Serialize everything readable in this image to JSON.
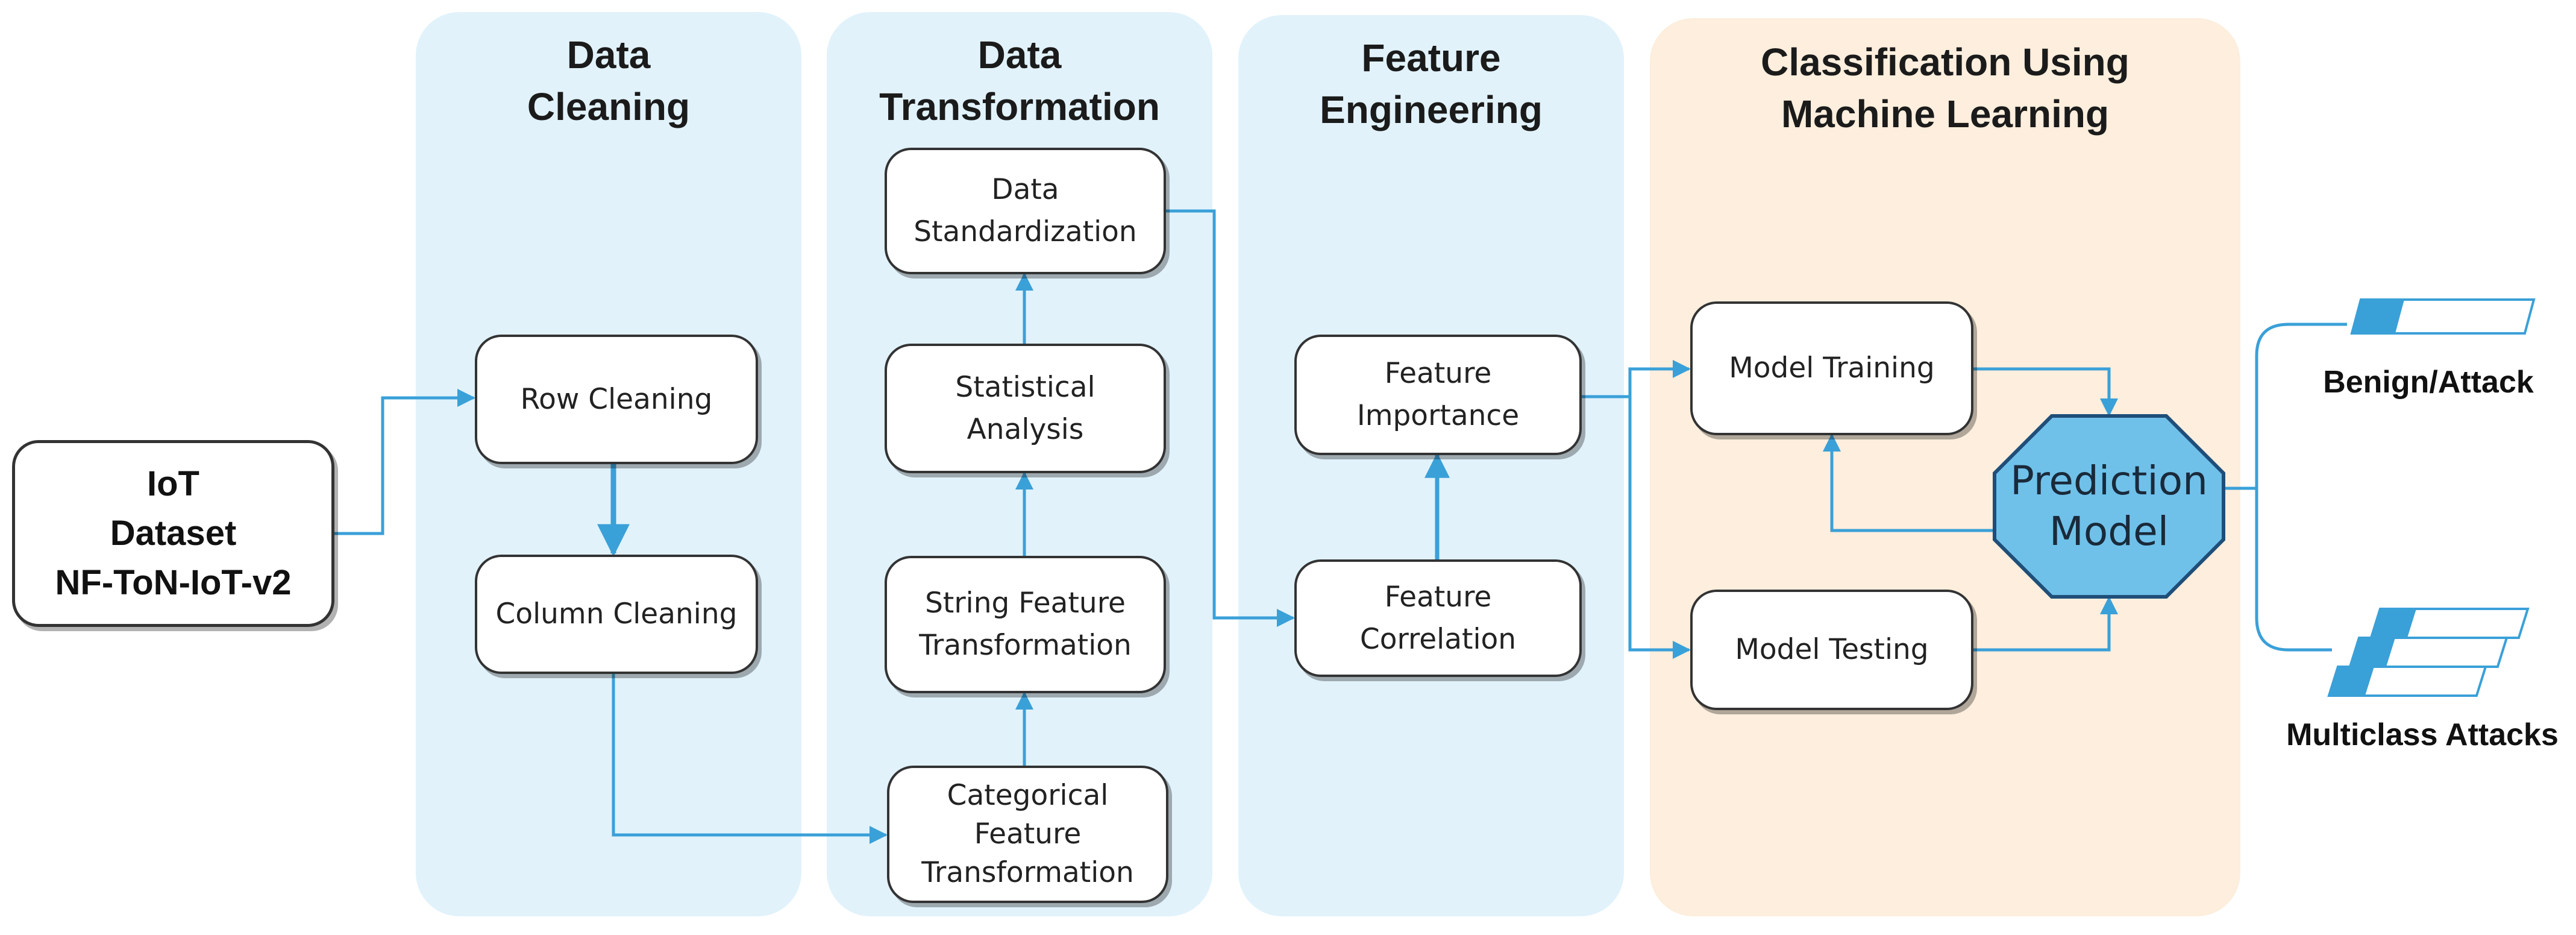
{
  "stages": {
    "cleaning": "Data\nCleaning",
    "transformation": "Data\nTransformation",
    "engineering": "Feature\nEngineering",
    "classification": "Classification Using\nMachine Learning"
  },
  "nodes": {
    "dataset": "IoT\nDataset\nNF-ToN-IoT-v2",
    "row_cleaning": "Row Cleaning",
    "column_cleaning": "Column Cleaning",
    "data_standardization": "Data\nStandardization",
    "statistical_analysis": "Statistical\nAnalysis",
    "string_feature_transformation": "String Feature\nTransformation",
    "categorical_feature_transformation": "Categorical\nFeature\nTransformation",
    "feature_importance": "Feature\nImportance",
    "feature_correlation": "Feature\nCorrelation",
    "model_training": "Model Training",
    "model_testing": "Model Testing",
    "prediction_model": "Prediction\nModel"
  },
  "outputs": {
    "binary": "Benign/Attack",
    "multiclass": "Multiclass Attacks"
  },
  "colors": {
    "panel_blue": "#e1f2fb",
    "panel_peach": "#fdeedd",
    "arrow": "#3aa0d8",
    "prediction_fill": "#6fc1ea",
    "prediction_stroke": "#1f4e79"
  }
}
